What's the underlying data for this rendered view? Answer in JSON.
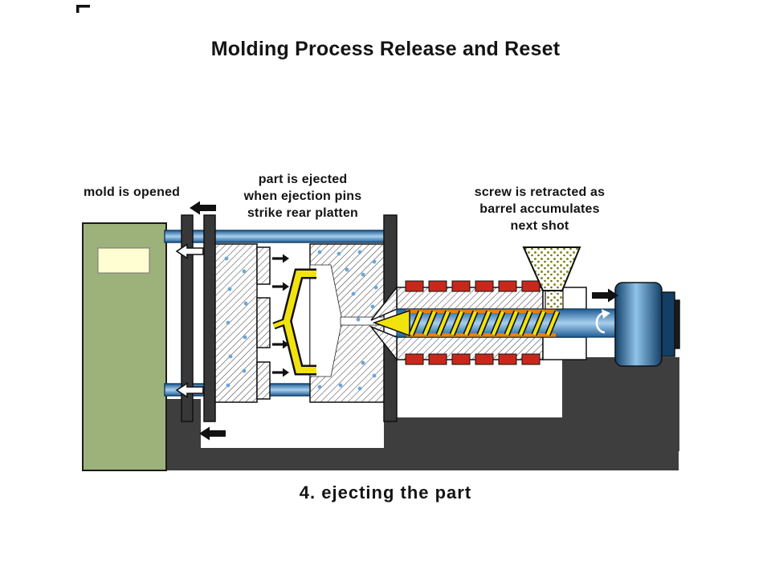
{
  "slide": {
    "title": "Molding Process Release and Reset",
    "caption": "4. ejecting the part"
  },
  "annotations": {
    "mold_opened": "mold is opened",
    "ejection": {
      "line1": "part is ejected",
      "line2": "when ejection pins",
      "line3": "strike rear platten"
    },
    "screw_retract": {
      "line1": "screw is retracted as",
      "line2": "barrel accumulates",
      "line3": "next shot"
    }
  },
  "icons": {
    "mold_open_arrow": "left-arrow",
    "carriage_arrow": "left-arrow",
    "platen_motion_arrow": "left-arrow-outline",
    "screw_retract_arrow": "right-arrow",
    "ejection_arrow": "small-right-arrow",
    "screw_rotation": "counterclockwise-arc"
  },
  "colors": {
    "background": "#ffffff",
    "green_platen": "#9db27a",
    "window_yellow": "#fffdd2",
    "base_gray": "#3e3e3e",
    "tie_bar_blue_dark": "#1f5d94",
    "tie_bar_blue_light": "#a8d0ef",
    "part_yellow": "#f2e20e",
    "heater_red": "#c8281c",
    "screw_orange": "#e8820c",
    "pellet_olive": "#8a8c1a",
    "cooling_dot_blue": "#6aa6dd",
    "cylinder_blue_dark": "#123f66",
    "arrow_black": "#111111"
  }
}
